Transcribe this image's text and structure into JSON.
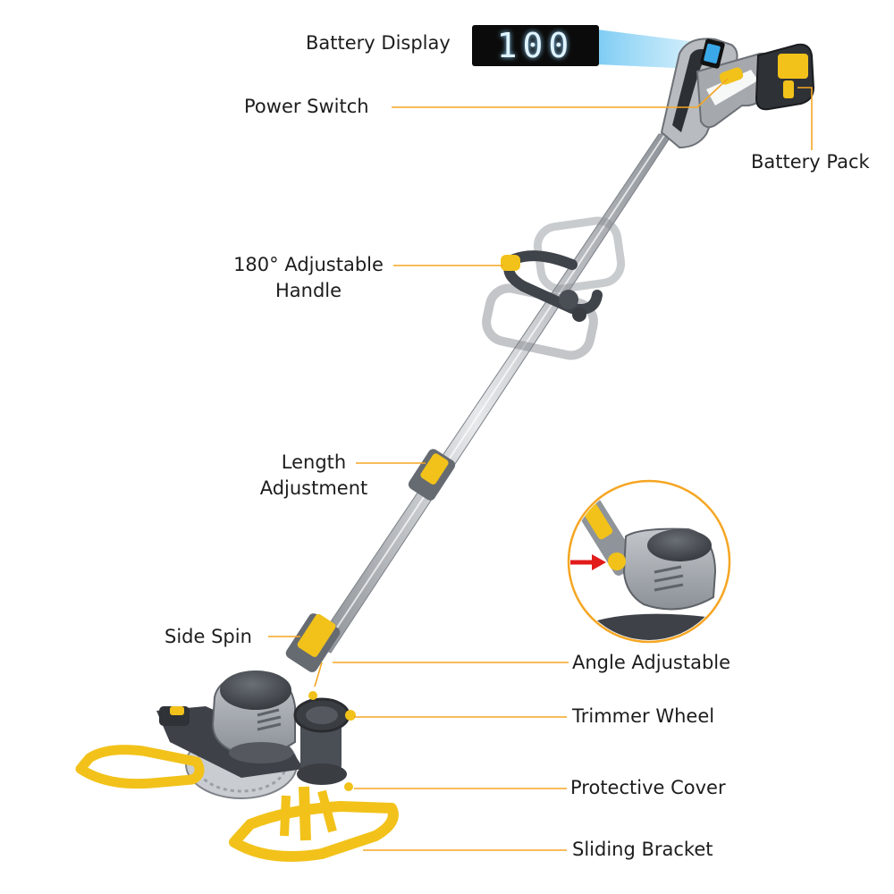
{
  "display": {
    "value": "100"
  },
  "labels": {
    "battery_display": "Battery Display",
    "power_switch": "Power Switch",
    "battery_pack": "Battery Pack",
    "adjustable_handle_line1": "180° Adjustable",
    "adjustable_handle_line2": "Handle",
    "length_line1": "Length",
    "length_line2": "Adjustment",
    "side_spin": "Side Spin",
    "angle_adjustable": "Angle Adjustable",
    "trimmer_wheel": "Trimmer Wheel",
    "protective_cover": "Protective Cover",
    "sliding_bracket": "Sliding Bracket"
  },
  "colors": {
    "accent": "#f5a623",
    "yellow": "#f2c21a",
    "body_grey": "#9da2a8",
    "dark_grey": "#4a4e55",
    "display_bg": "#0b0b0b",
    "display_glow": "#3aa8e8"
  }
}
